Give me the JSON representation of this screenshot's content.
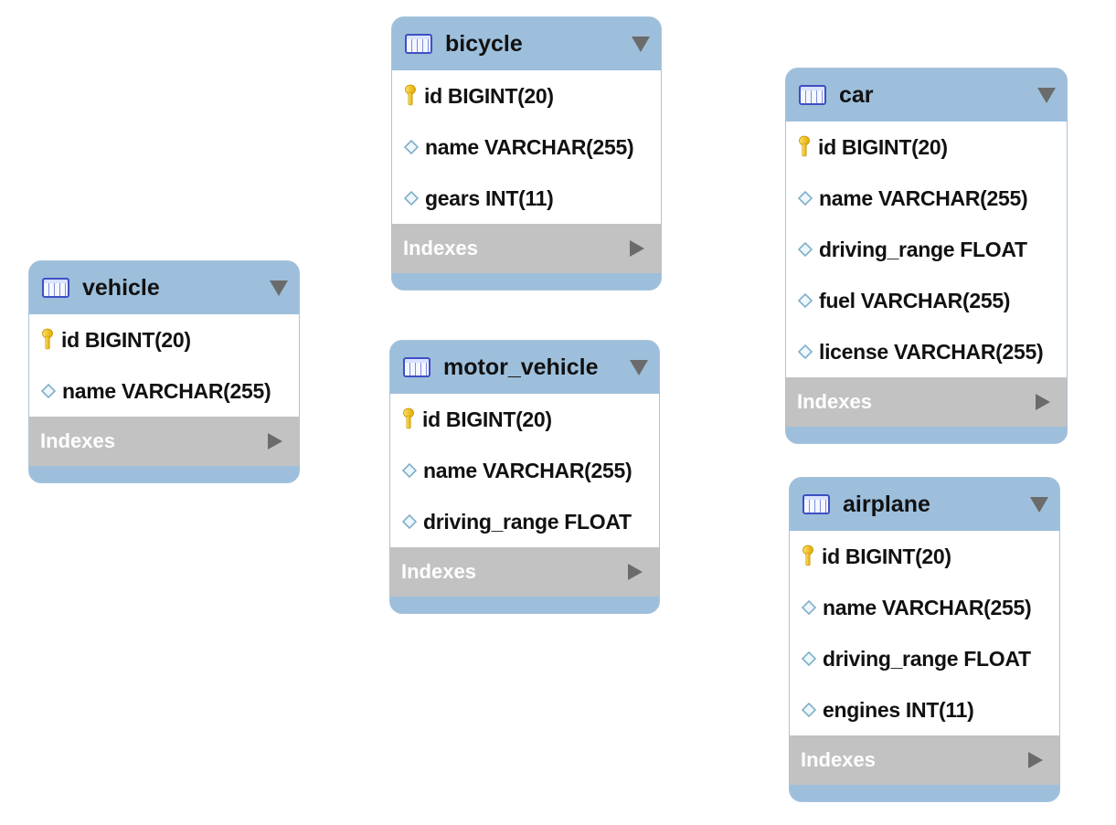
{
  "entities": [
    {
      "key": "bicycle",
      "title": "bicycle",
      "fields": [
        {
          "text": "id BIGINT(20)",
          "icon": "primary-key-icon"
        },
        {
          "text": "name VARCHAR(255)",
          "icon": "column-diamond-icon"
        },
        {
          "text": "gears INT(11)",
          "icon": "column-diamond-icon"
        }
      ],
      "indexes_label": "Indexes"
    },
    {
      "key": "vehicle",
      "title": "vehicle",
      "fields": [
        {
          "text": "id BIGINT(20)",
          "icon": "primary-key-icon"
        },
        {
          "text": "name VARCHAR(255)",
          "icon": "column-diamond-icon"
        }
      ],
      "indexes_label": "Indexes"
    },
    {
      "key": "motor_vehicle",
      "title": "motor_vehicle",
      "fields": [
        {
          "text": "id BIGINT(20)",
          "icon": "primary-key-icon"
        },
        {
          "text": "name VARCHAR(255)",
          "icon": "column-diamond-icon"
        },
        {
          "text": "driving_range FLOAT",
          "icon": "column-diamond-icon"
        }
      ],
      "indexes_label": "Indexes"
    },
    {
      "key": "car",
      "title": "car",
      "fields": [
        {
          "text": "id BIGINT(20)",
          "icon": "primary-key-icon"
        },
        {
          "text": "name VARCHAR(255)",
          "icon": "column-diamond-icon"
        },
        {
          "text": "driving_range FLOAT",
          "icon": "column-diamond-icon"
        },
        {
          "text": "fuel VARCHAR(255)",
          "icon": "column-diamond-icon"
        },
        {
          "text": "license VARCHAR(255)",
          "icon": "column-diamond-icon"
        }
      ],
      "indexes_label": "Indexes"
    },
    {
      "key": "airplane",
      "title": "airplane",
      "fields": [
        {
          "text": "id BIGINT(20)",
          "icon": "primary-key-icon"
        },
        {
          "text": "name VARCHAR(255)",
          "icon": "column-diamond-icon"
        },
        {
          "text": "driving_range FLOAT",
          "icon": "column-diamond-icon"
        },
        {
          "text": "engines INT(11)",
          "icon": "column-diamond-icon"
        }
      ],
      "indexes_label": "Indexes"
    }
  ],
  "colors": {
    "header": "#9dbfdb",
    "indexes_bar": "#c2c2c2",
    "field_bg": "#ffffff",
    "key_icon": "#f2c20f",
    "diamond_icon": "#7fb0c9"
  }
}
